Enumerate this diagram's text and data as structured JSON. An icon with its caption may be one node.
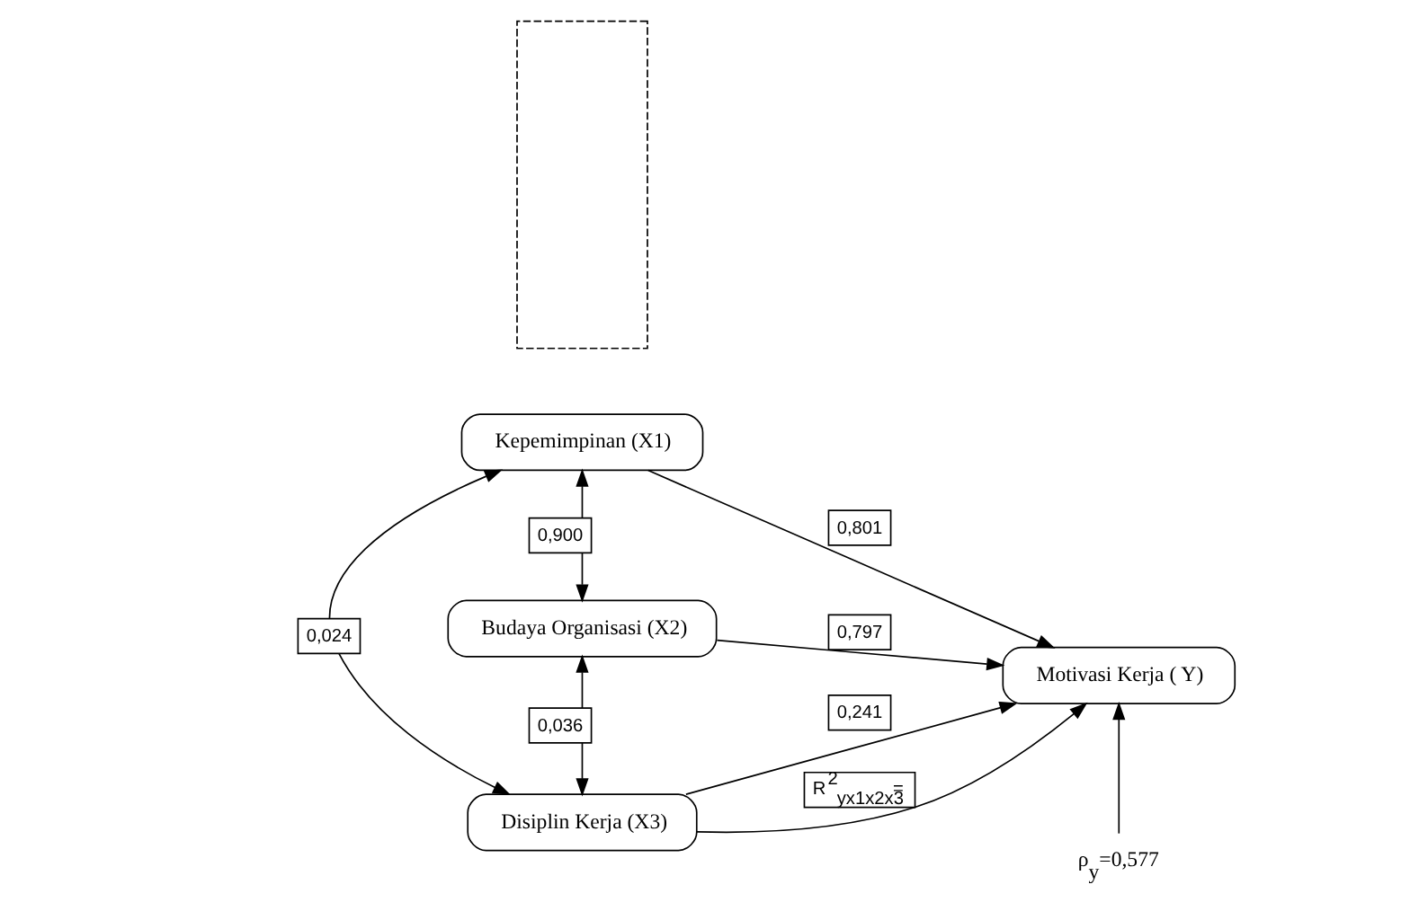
{
  "diagram": {
    "nodes": [
      {
        "text": [
          "Kepemimpinan (X1)"
        ]
      },
      {
        "text": [
          "Budaya Organisasi (X2)"
        ]
      },
      {
        "text": [
          "Disiplin Kerja (X3)"
        ]
      },
      {
        "text": [
          "ρ$_{y}$=0,577"
        ]
      },
      {
        "text": [
          "Motivasi Kerja ( Y)"
        ]
      },
      {
        "text": [],
        "shape": "box"
      }
    ],
    "edges": [
      {
        "from": 0,
        "to": 4,
        "arrow": "to",
        "label": "0,801"
      },
      {
        "from": 1,
        "to": 4,
        "arrow": "to",
        "label": "0,797"
      },
      {
        "from": 2,
        "to": 4,
        "arrow": "to",
        "label": "0,241"
      },
      {
        "from": 2,
        "to": 4,
        "arrow": "to",
        "label": "R$^{2}$$_{yx1x2x3}$ ="
      },
      {
        "from": 3,
        "to": 4,
        "arrow": "to"
      },
      {
        "from": 0,
        "to": 1,
        "arrow": "both",
        "label": "0,900"
      },
      {
        "from": 1,
        "to": 2,
        "arrow": "both",
        "label": "0,036"
      },
      {
        "from": 0,
        "to": 2,
        "arrow": "both",
        "label": "0,024"
      }
    ]
  }
}
